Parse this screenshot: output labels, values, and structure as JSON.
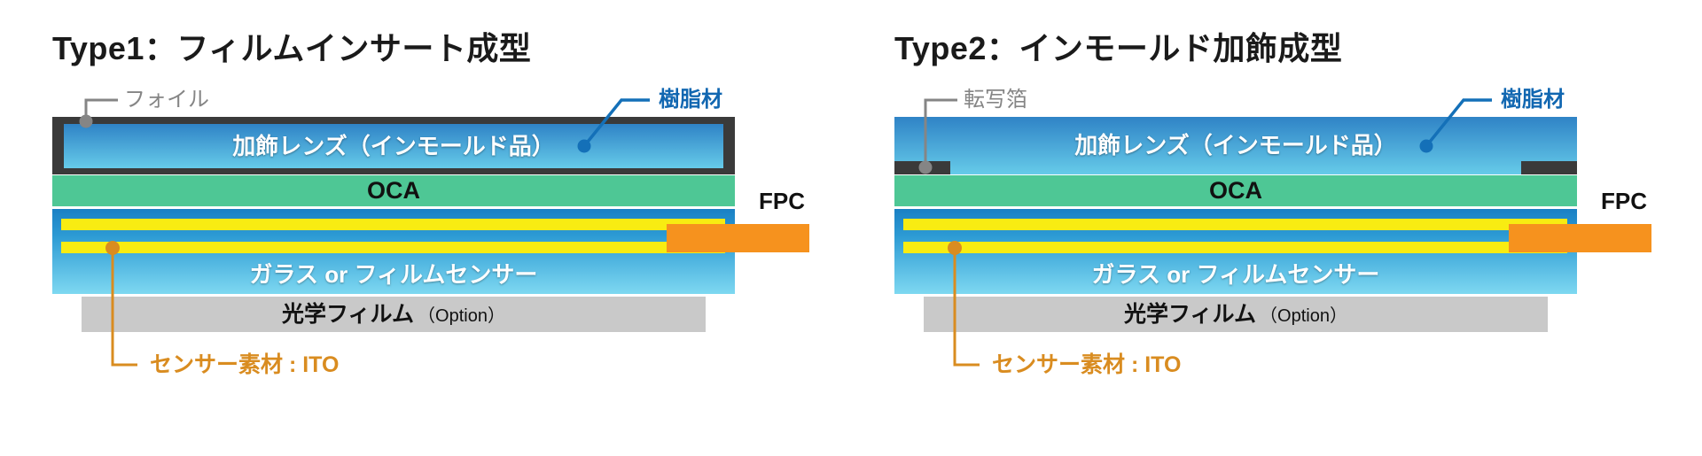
{
  "colors": {
    "title": "#1a1a1a",
    "frame": "#3a3a3a",
    "lens-top": "#2f83c6",
    "lens-bottom": "#66cbe9",
    "oca": "#4ec795",
    "sensor-top": "#1a80c4",
    "sensor-bottom": "#7ed8f1",
    "yellow": "#f8ec12",
    "fpc": "#f6921e",
    "film": "#c9c9c9",
    "label-gray": "#858585",
    "label-blue": "#1167b1",
    "line-blue": "#1470b8",
    "label-orange": "#d98c20"
  },
  "panels": [
    {
      "title": "Type1：フィルムインサート成型",
      "foil_label": "フォイル",
      "resin_label": "樹脂材",
      "lens_label": "加飾レンズ（インモールド品）",
      "oca_label": "OCA",
      "fpc_label": "FPC",
      "sensor_label": "ガラス or フィルムセンサー",
      "film_label": "光学フィルム",
      "film_option": "（Option）",
      "ito_label": "センサー素材 : ITO"
    },
    {
      "title": "Type2：インモールド加飾成型",
      "foil_label": "転写箔",
      "resin_label": "樹脂材",
      "lens_label": "加飾レンズ（インモールド品）",
      "oca_label": "OCA",
      "fpc_label": "FPC",
      "sensor_label": "ガラス or フィルムセンサー",
      "film_label": "光学フィルム",
      "film_option": "（Option）",
      "ito_label": "センサー素材 : ITO"
    }
  ]
}
